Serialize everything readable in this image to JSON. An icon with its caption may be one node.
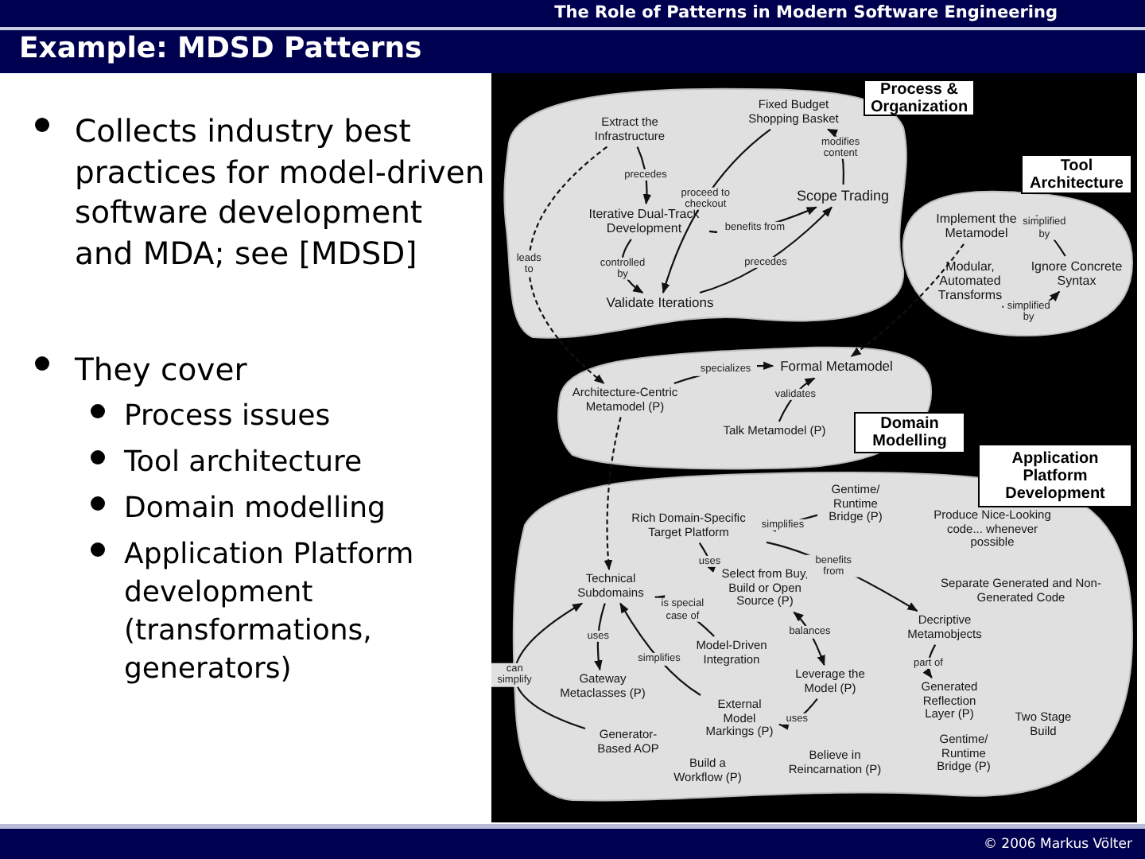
{
  "diagram": {
    "title": "Example: MDSD Patterns",
    "nodes": [
      {
        "text": [
          "Process & Organization"
        ]
      },
      {
        "text": [
          "Extract the Infrastructure"
        ],
        "in": 0
      },
      {
        "text": [
          "Fixed Budget Shopping Basket"
        ],
        "in": 0
      },
      {
        "text": [
          "Iterative Dual-Track Development"
        ],
        "in": 0
      },
      {
        "text": [
          "Scope Trading"
        ],
        "in": 0
      },
      {
        "text": [
          "Validate Iterations"
        ],
        "in": 0
      },
      {
        "text": [
          "Tool Architecture"
        ]
      },
      {
        "text": [
          "Implement the Metamodel"
        ],
        "in": 6
      },
      {
        "text": [
          "Modular, Automated Transforms"
        ],
        "in": 6
      },
      {
        "text": [
          "Ignore Concrete Syntax"
        ],
        "in": 6
      },
      {
        "text": [
          "Domain Modelling"
        ]
      },
      {
        "text": [
          "Architecture-Centric Metamodel (P)"
        ],
        "in": 10
      },
      {
        "text": [
          "Formal Metamodel"
        ],
        "in": 10
      },
      {
        "text": [
          "Talk Metamodel (P)"
        ],
        "in": 10
      },
      {
        "text": [
          "Application Platform Development"
        ]
      },
      {
        "text": [
          "Gentime/ Runtime Bridge (P)"
        ],
        "in": 14
      },
      {
        "text": [
          "Rich Domain-Specific Target Platform"
        ],
        "in": 14
      },
      {
        "text": [
          "Produce Nice-Looking code... whenever possible"
        ],
        "in": 14
      },
      {
        "text": [
          "Technical Subdomains"
        ],
        "in": 14
      },
      {
        "text": [
          "Select from Buy, Build or Open Source (P)"
        ],
        "in": 14
      },
      {
        "text": [
          "Separate Generated and Non-Generated Code"
        ],
        "in": 14
      },
      {
        "text": [
          "Decriptive Metamobjects"
        ],
        "in": 14
      },
      {
        "text": [
          "Model-Driven Integration"
        ],
        "in": 14
      },
      {
        "text": [
          "Gateway Metaclasses (P)"
        ],
        "in": 14
      },
      {
        "text": [
          "Leverage the Model (P)"
        ],
        "in": 14
      },
      {
        "text": [
          "Generated Reflection Layer (P)"
        ],
        "in": 14
      },
      {
        "text": [
          "Two Stage Build"
        ],
        "in": 14
      },
      {
        "text": [
          "External Model Markings (P)"
        ],
        "in": 14
      },
      {
        "text": [
          "Generator-Based AOP"
        ],
        "in": 14
      },
      {
        "text": [
          "Build a Workflow (P)"
        ],
        "in": 14
      },
      {
        "text": [
          "Believe in Reincarnation (P)"
        ],
        "in": 14
      },
      {
        "text": [
          "Gentime/ Runtime Bridge (P)"
        ],
        "in": 14
      }
    ],
    "edges": [
      {
        "from": 1,
        "to": 3,
        "arrow": "to",
        "label": "precedes"
      },
      {
        "from": 1,
        "to": 11,
        "arrow": "to",
        "label": "leads to",
        "style": "dashed"
      },
      {
        "from": 3,
        "to": 5,
        "arrow": "to",
        "label": "controlled by"
      },
      {
        "from": 3,
        "to": 4,
        "arrow": "to",
        "label": "benefits from"
      },
      {
        "from": 2,
        "to": 5,
        "arrow": "to",
        "label": "proceed to checkout"
      },
      {
        "from": 4,
        "to": 2,
        "arrow": "to",
        "label": "modifies content"
      },
      {
        "from": 5,
        "to": 4,
        "arrow": "to",
        "label": "precedes"
      },
      {
        "from": 9,
        "to": 7,
        "arrow": "to",
        "label": "simplified by"
      },
      {
        "from": 8,
        "to": 9,
        "arrow": "to",
        "label": "simplified by"
      },
      {
        "from": 7,
        "to": 12,
        "arrow": "to",
        "style": "dashed"
      },
      {
        "from": 11,
        "to": 12,
        "arrow": "to",
        "label": "specializes"
      },
      {
        "from": 13,
        "to": 12,
        "arrow": "to",
        "label": "validates"
      },
      {
        "from": 11,
        "to": 18,
        "arrow": "to",
        "style": "dashed"
      },
      {
        "from": 15,
        "to": 16,
        "arrow": "to",
        "label": "simplifies"
      },
      {
        "from": 16,
        "to": 19,
        "arrow": "to",
        "label": "uses"
      },
      {
        "from": 16,
        "to": 21,
        "arrow": "to",
        "label": "benefits from"
      },
      {
        "from": 18,
        "to": 23,
        "arrow": "to",
        "label": "uses"
      },
      {
        "from": 22,
        "to": 18,
        "arrow": "to",
        "label": "is special case of"
      },
      {
        "from": 27,
        "to": 18,
        "arrow": "to",
        "label": "simplifies"
      },
      {
        "from": 19,
        "to": 24,
        "arrow": "both",
        "label": "balances"
      },
      {
        "from": 24,
        "to": 27,
        "arrow": "to",
        "label": "uses"
      },
      {
        "from": 21,
        "to": 25,
        "arrow": "to",
        "label": "part of"
      },
      {
        "from": 28,
        "to": 18,
        "arrow": "to",
        "label": "can simplify"
      }
    ],
    "labels": [
      "The Role of Patterns in Modern Software Engineering",
      "Collects industry best practices for model-driven software development and MDA; see [MDSD]",
      "They cover",
      "Process issues",
      "Tool architecture",
      "Domain modelling",
      "Application Platform development (transformations, generators)",
      "© 2006 Markus Völter"
    ]
  }
}
